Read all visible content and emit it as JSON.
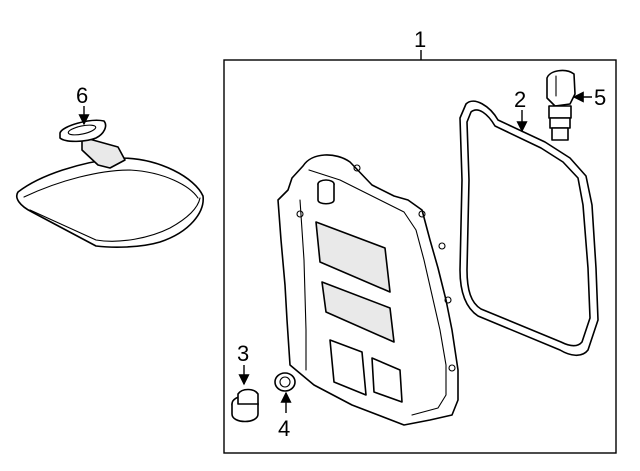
{
  "callouts": {
    "c1": "1",
    "c2": "2",
    "c3": "3",
    "c4": "4",
    "c5": "5",
    "c6": "6"
  },
  "parts": [
    {
      "callout": "1",
      "icon": "transmission-pan-assembly"
    },
    {
      "callout": "2",
      "icon": "pan-gasket"
    },
    {
      "callout": "3",
      "icon": "drain-plug"
    },
    {
      "callout": "4",
      "icon": "drain-plug-washer"
    },
    {
      "callout": "5",
      "icon": "sensor-connector"
    },
    {
      "callout": "6",
      "icon": "transmission-filter"
    }
  ]
}
